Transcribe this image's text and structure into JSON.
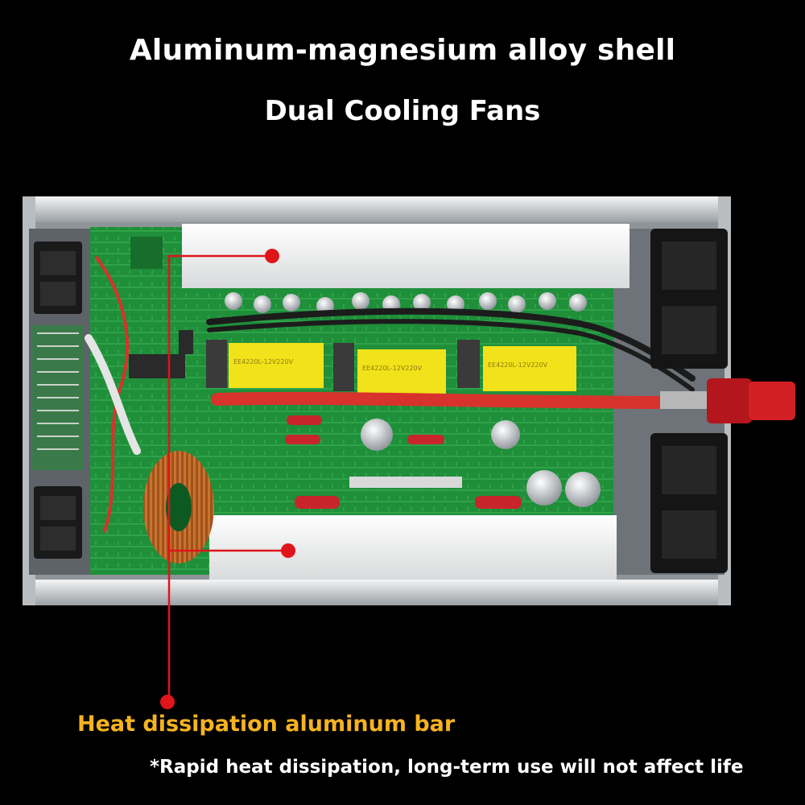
{
  "headlines": {
    "line1": "Aluminum-magnesium alloy shell",
    "line2": "Dual Cooling Fans"
  },
  "callouts": {
    "heat_bar": "Heat dissipation aluminum bar",
    "footnote": "*Rapid heat dissipation, long-term use will not affect life"
  },
  "transformer_labels": {
    "t1": "EE4220L-12V220V",
    "t2": "EE4220L-12V220V",
    "t3": "EE4220L-12V220V"
  },
  "colors": {
    "background": "#000000",
    "headline_text": "#ffffff",
    "callout_text": "#f6b31f",
    "marker_red": "#e0141b",
    "pcb_green": "#1f8f3a",
    "aluminum": "#d9dcde",
    "transformer_yellow": "#f2e21a"
  }
}
